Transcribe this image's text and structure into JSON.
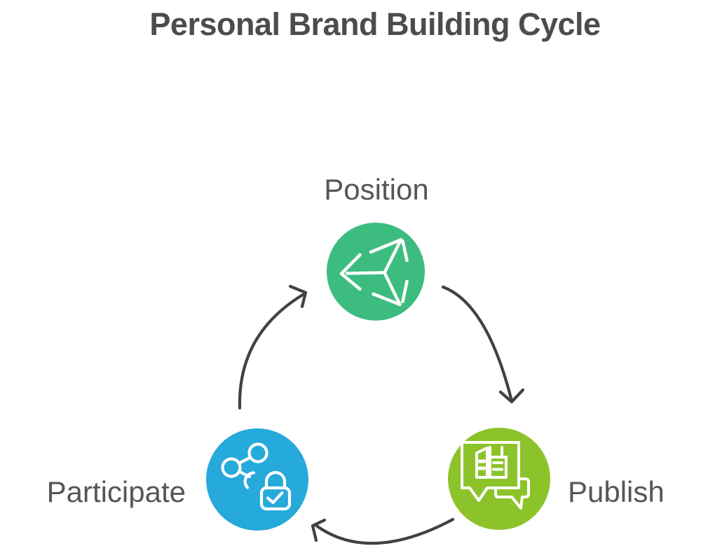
{
  "page": {
    "title": "Personal Brand Building Cycle",
    "title_color": "#4a4c4e",
    "background_color": "#ffffff"
  },
  "diagram": {
    "type": "cycle",
    "arrow_color": "#3f4145",
    "label_color": "#565656",
    "nodes": [
      {
        "id": "position",
        "label": "Position",
        "color": "#3dbc80",
        "icon": "cube-3d-icon"
      },
      {
        "id": "publish",
        "label": "Publish",
        "color": "#8dc32a",
        "icon": "book-speech-bubbles-icon"
      },
      {
        "id": "participate",
        "label": "Participate",
        "color": "#26a9db",
        "icon": "share-lock-icon"
      }
    ],
    "edges": [
      {
        "from": "position",
        "to": "publish"
      },
      {
        "from": "publish",
        "to": "participate"
      },
      {
        "from": "participate",
        "to": "position"
      }
    ]
  }
}
